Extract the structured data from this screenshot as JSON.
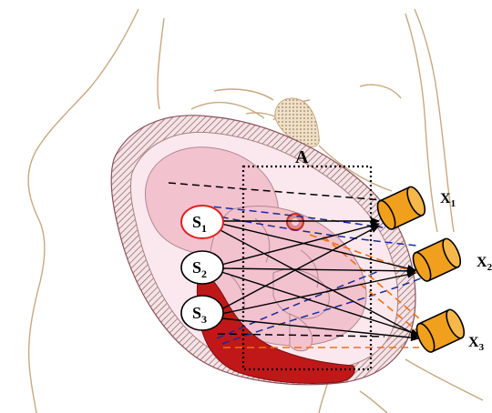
{
  "labels": {
    "region": "A",
    "sources": [
      {
        "letter": "S",
        "index": "1"
      },
      {
        "letter": "S",
        "index": "2"
      },
      {
        "letter": "S",
        "index": "3"
      }
    ],
    "sensors": [
      {
        "letter": "X",
        "index": "1"
      },
      {
        "letter": "X",
        "index": "2"
      },
      {
        "letter": "X",
        "index": "3"
      }
    ]
  },
  "colors": {
    "outline": "#c8a880",
    "fetus": "#f3c2cf",
    "placenta": "#c01818",
    "sensor": "#f0a01c",
    "dashed_orange": "#f07010",
    "dashed_blue": "#1a2a9a",
    "source_1_stroke": "#e02020",
    "arrow": "#000000"
  }
}
